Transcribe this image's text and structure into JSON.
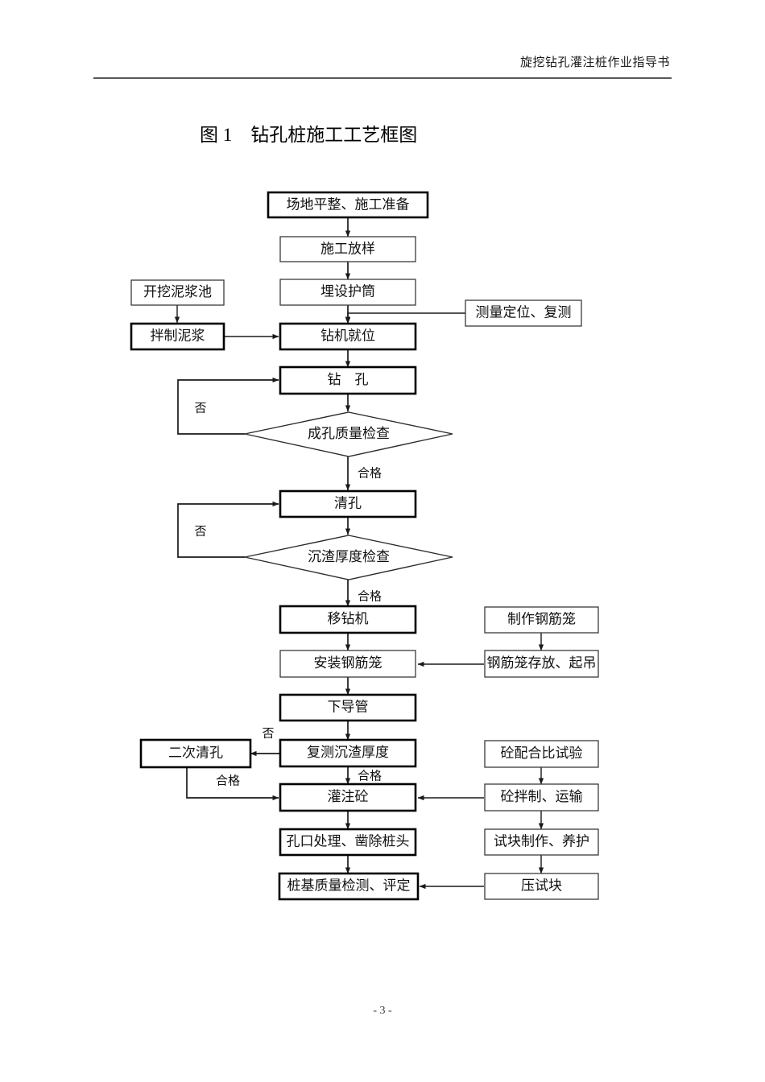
{
  "document": {
    "header_text": "旋挖钻孔灌注桩作业指导书",
    "figure_title": "图 1    钻孔桩施工工艺框图",
    "page_number": "- 3 -"
  },
  "flowchart": {
    "nodes": {
      "n1": "场地平整、施工准备",
      "n2": "施工放样",
      "n3": "埋设护筒",
      "n4": "钻机就位",
      "n5": "钻    孔",
      "n6": "成孔质量检查",
      "n7": "清孔",
      "n8": "沉渣厚度检查",
      "n9": "移钻机",
      "n10": "安装钢筋笼",
      "n11": "下导管",
      "n12": "复测沉渣厚度",
      "n13": "灌注砼",
      "n14": "孔口处理、凿除桩头",
      "n15": "桩基质量检测、评定",
      "L1": "开挖泥浆池",
      "L2": "拌制泥浆",
      "L3": "二次清孔",
      "R1": "测量定位、复测",
      "R2": "制作钢筋笼",
      "R3": "钢筋笼存放、起吊",
      "R4": "砼配合比试验",
      "R5": "砼拌制、运输",
      "R6": "试块制作、养护",
      "R7": "压试块"
    },
    "edge_labels": {
      "e1": "否",
      "e2": "合格",
      "e3": "否",
      "e4": "合格",
      "e5": "否",
      "e6": "合格",
      "e7": "合格"
    },
    "colors": {
      "stroke": "#1a1a1a",
      "box_fill": "#ffffff",
      "rule": "#595959"
    }
  }
}
